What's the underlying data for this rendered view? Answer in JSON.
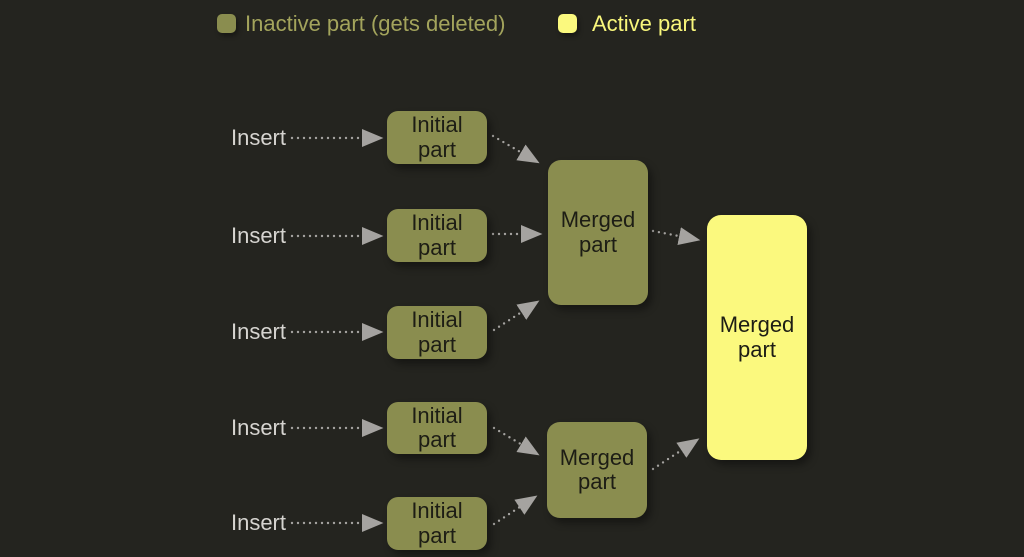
{
  "colors": {
    "background": "#24241f",
    "inactive_box": "#8a8d4f",
    "active_box": "#fbf97e",
    "box_text": "#1d1d15",
    "insert_text": "#d6d4d0",
    "legend_inactive_text": "#a3a45c",
    "legend_active_text": "#f8f67b",
    "arrow": "#a5a3a0"
  },
  "legend": {
    "inactive": {
      "label": "Inactive part (gets deleted)"
    },
    "active": {
      "label": "Active part"
    }
  },
  "diagram": {
    "inserts": [
      {
        "label": "Insert",
        "part_label": "Initial part"
      },
      {
        "label": "Insert",
        "part_label": "Initial part"
      },
      {
        "label": "Insert",
        "part_label": "Initial part"
      },
      {
        "label": "Insert",
        "part_label": "Initial part"
      },
      {
        "label": "Insert",
        "part_label": "Initial part"
      }
    ],
    "merged_top": {
      "label": "Merged part"
    },
    "merged_bottom": {
      "label": "Merged part"
    },
    "merged_final": {
      "label": "Merged part"
    }
  }
}
